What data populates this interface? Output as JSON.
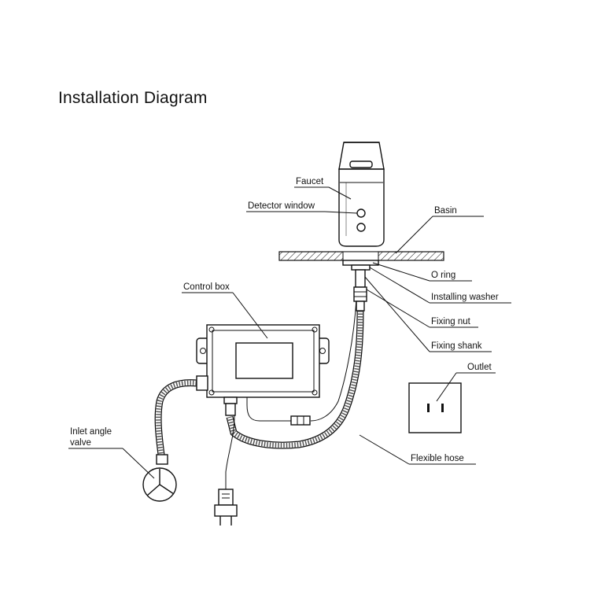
{
  "title": "Installation Diagram",
  "labels": {
    "faucet": "Faucet",
    "detector_window": "Detector window",
    "basin": "Basin",
    "o_ring": "O ring",
    "installing_washer": "Installing washer",
    "fixing_nut": "Fixing nut",
    "fixing_shank": "Fixing shank",
    "outlet": "Outlet",
    "control_box": "Control box",
    "inlet_angle_valve_line1": "Inlet angle",
    "inlet_angle_valve_line2": "valve",
    "flexible_hose": "Flexible hose"
  }
}
